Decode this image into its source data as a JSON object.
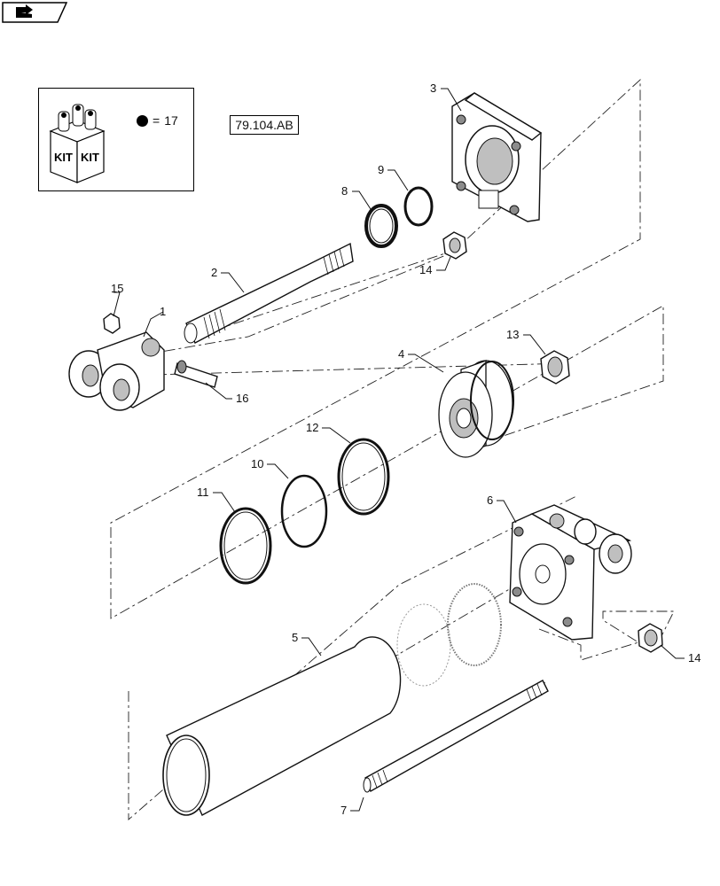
{
  "reference_code": "79.104.AB",
  "kit_legend": {
    "box_labels": [
      "KIT",
      "KIT"
    ],
    "equals": "=",
    "number": "17"
  },
  "callouts": [
    {
      "id": "c1",
      "label": "1"
    },
    {
      "id": "c2",
      "label": "2"
    },
    {
      "id": "c3",
      "label": "3"
    },
    {
      "id": "c4",
      "label": "4"
    },
    {
      "id": "c5",
      "label": "5"
    },
    {
      "id": "c6",
      "label": "6"
    },
    {
      "id": "c7",
      "label": "7"
    },
    {
      "id": "c8",
      "label": "8"
    },
    {
      "id": "c9",
      "label": "9"
    },
    {
      "id": "c10",
      "label": "10"
    },
    {
      "id": "c11",
      "label": "11"
    },
    {
      "id": "c12",
      "label": "12"
    },
    {
      "id": "c13",
      "label": "13"
    },
    {
      "id": "c14a",
      "label": "14"
    },
    {
      "id": "c14b",
      "label": "14"
    },
    {
      "id": "c15",
      "label": "15"
    },
    {
      "id": "c16",
      "label": "16"
    }
  ],
  "icons": {
    "nav": "next-page-arrow-icon",
    "kit": "kit-box-icon"
  }
}
